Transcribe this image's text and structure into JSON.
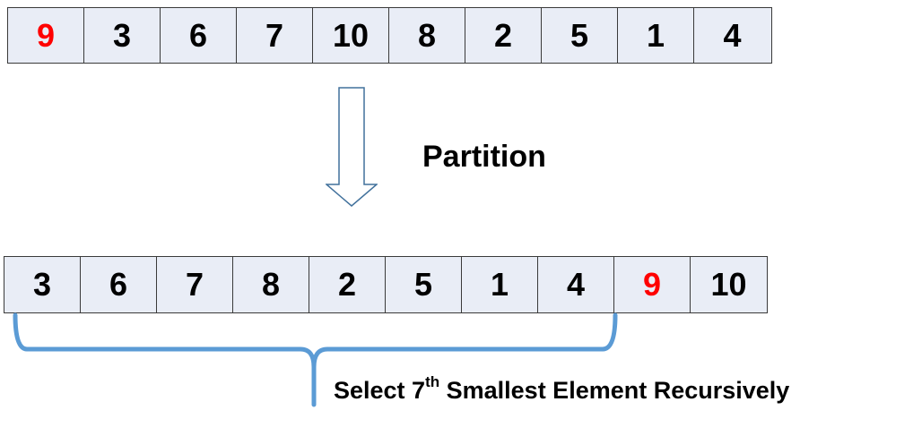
{
  "input_array": {
    "values": [
      "9",
      "3",
      "6",
      "7",
      "10",
      "8",
      "2",
      "5",
      "1",
      "4"
    ],
    "pivot_index": 0
  },
  "step_label": "Partition",
  "partitioned_array": {
    "values": [
      "3",
      "6",
      "7",
      "8",
      "2",
      "5",
      "1",
      "4",
      "9",
      "10"
    ],
    "pivot_index": 8
  },
  "recursion_caption": {
    "prefix": "Select 7",
    "superscript": "th",
    "suffix": " Smallest Element Recursively"
  },
  "colors": {
    "pivot": "#ff0000",
    "cell_fill": "#e9edf6",
    "arrow": "#41719c",
    "brace": "#5b9bd5"
  }
}
